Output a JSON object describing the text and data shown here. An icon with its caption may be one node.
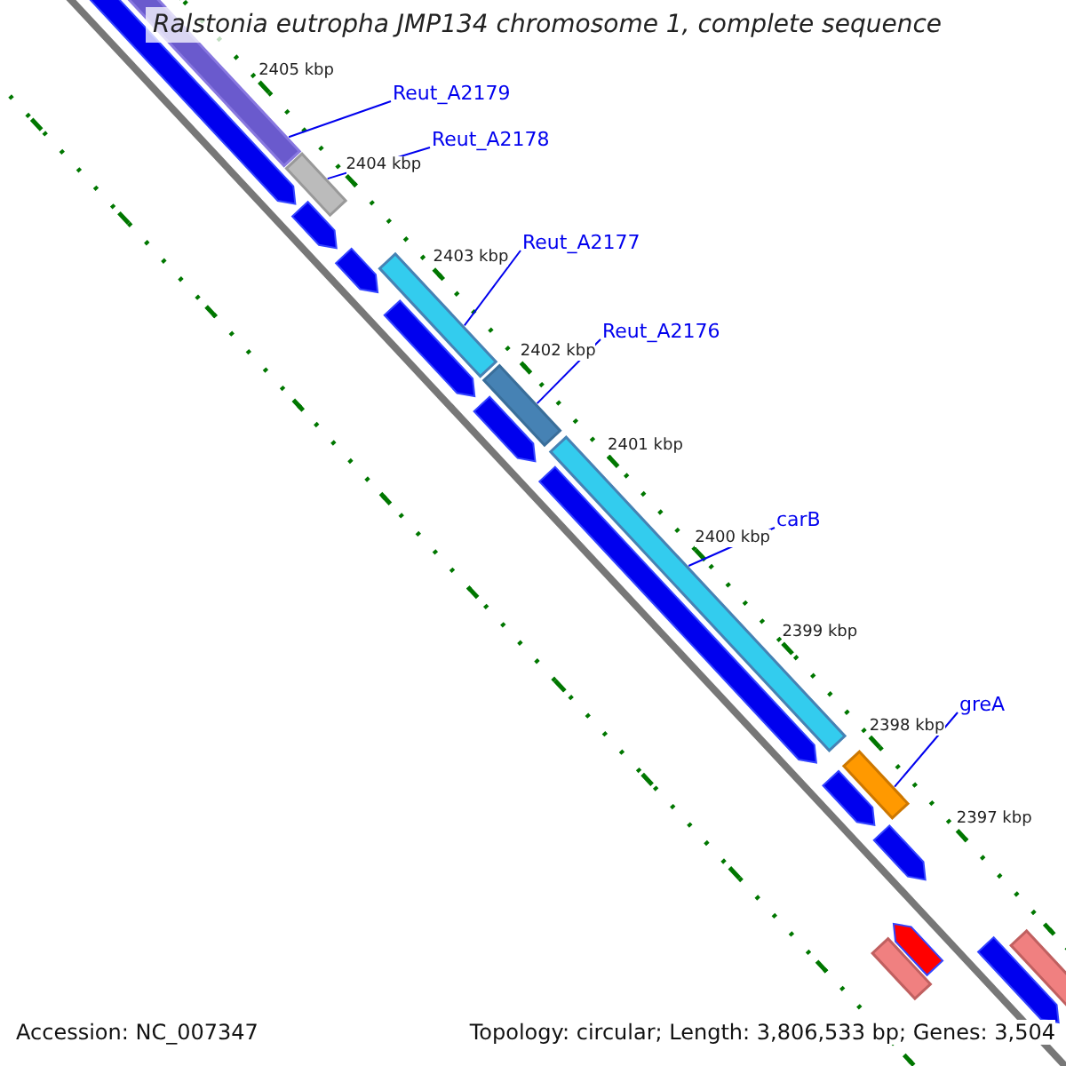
{
  "diagram": {
    "title": "Ralstonia eutropha JMP134 chromosome 1, complete sequence",
    "nodes": [
      {
        "text": [
          "Reut_A2179"
        ]
      },
      {
        "text": [
          "Reut_A2178"
        ]
      },
      {
        "text": [
          "Reut_A2177"
        ]
      },
      {
        "text": [
          "Reut_A2176"
        ]
      },
      {
        "text": [
          "carB"
        ]
      },
      {
        "text": [
          "greA"
        ]
      },
      {
        "text": [],
        "shape": "bar"
      },
      {
        "text": [],
        "shape": "bar"
      },
      {
        "text": [],
        "shape": "bar"
      },
      {
        "text": [],
        "shape": "bar"
      },
      {
        "text": [],
        "shape": "bar"
      },
      {
        "text": [],
        "shape": "bar"
      }
    ],
    "edges": [
      {
        "from": 0,
        "to": 6,
        "arrow": "none"
      },
      {
        "from": 1,
        "to": 7,
        "arrow": "none"
      },
      {
        "from": 2,
        "to": 8,
        "arrow": "none"
      },
      {
        "from": 3,
        "to": 9,
        "arrow": "none"
      },
      {
        "from": 4,
        "to": 10,
        "arrow": "none"
      },
      {
        "from": 5,
        "to": 11,
        "arrow": "none"
      }
    ],
    "labels": [
      "2405 kbp",
      "2404 kbp",
      "2403 kbp",
      "2402 kbp",
      "2401 kbp",
      "2400 kbp",
      "2399 kbp",
      "2398 kbp",
      "2397 kbp",
      "Accession: NC_007347",
      "Topology: circular; Length: 3,806,533 bp; Genes: 3,504"
    ]
  }
}
